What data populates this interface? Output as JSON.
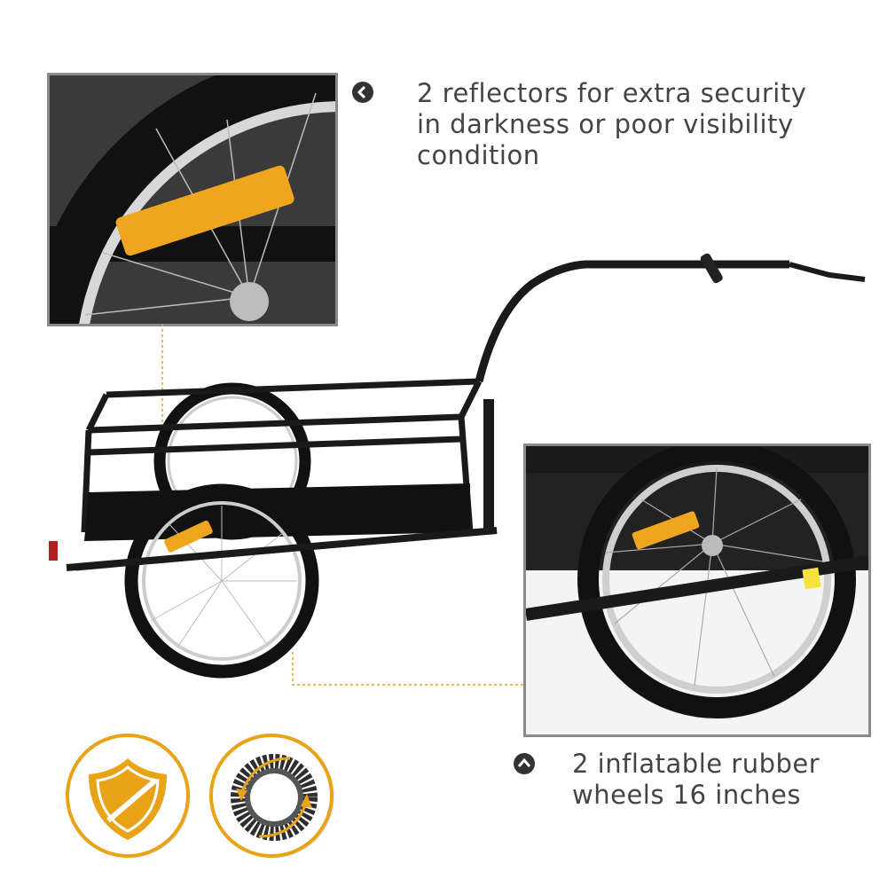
{
  "features": [
    {
      "icon": "chevron-left-circle-icon",
      "text_lines": [
        "2 reflectors for extra security",
        "in darkness or poor visibility",
        "condition"
      ]
    },
    {
      "icon": "chevron-up-circle-icon",
      "text_lines": [
        "2 inflatable rubber",
        "wheels 16 inches"
      ]
    }
  ],
  "badges": [
    {
      "icon": "shield-icon"
    },
    {
      "icon": "tire-rotation-icon"
    }
  ],
  "colors": {
    "accent": "#E8A317",
    "text": "#444444",
    "frame": "#1a1a1a",
    "inset_border": "#8a8a8a"
  }
}
